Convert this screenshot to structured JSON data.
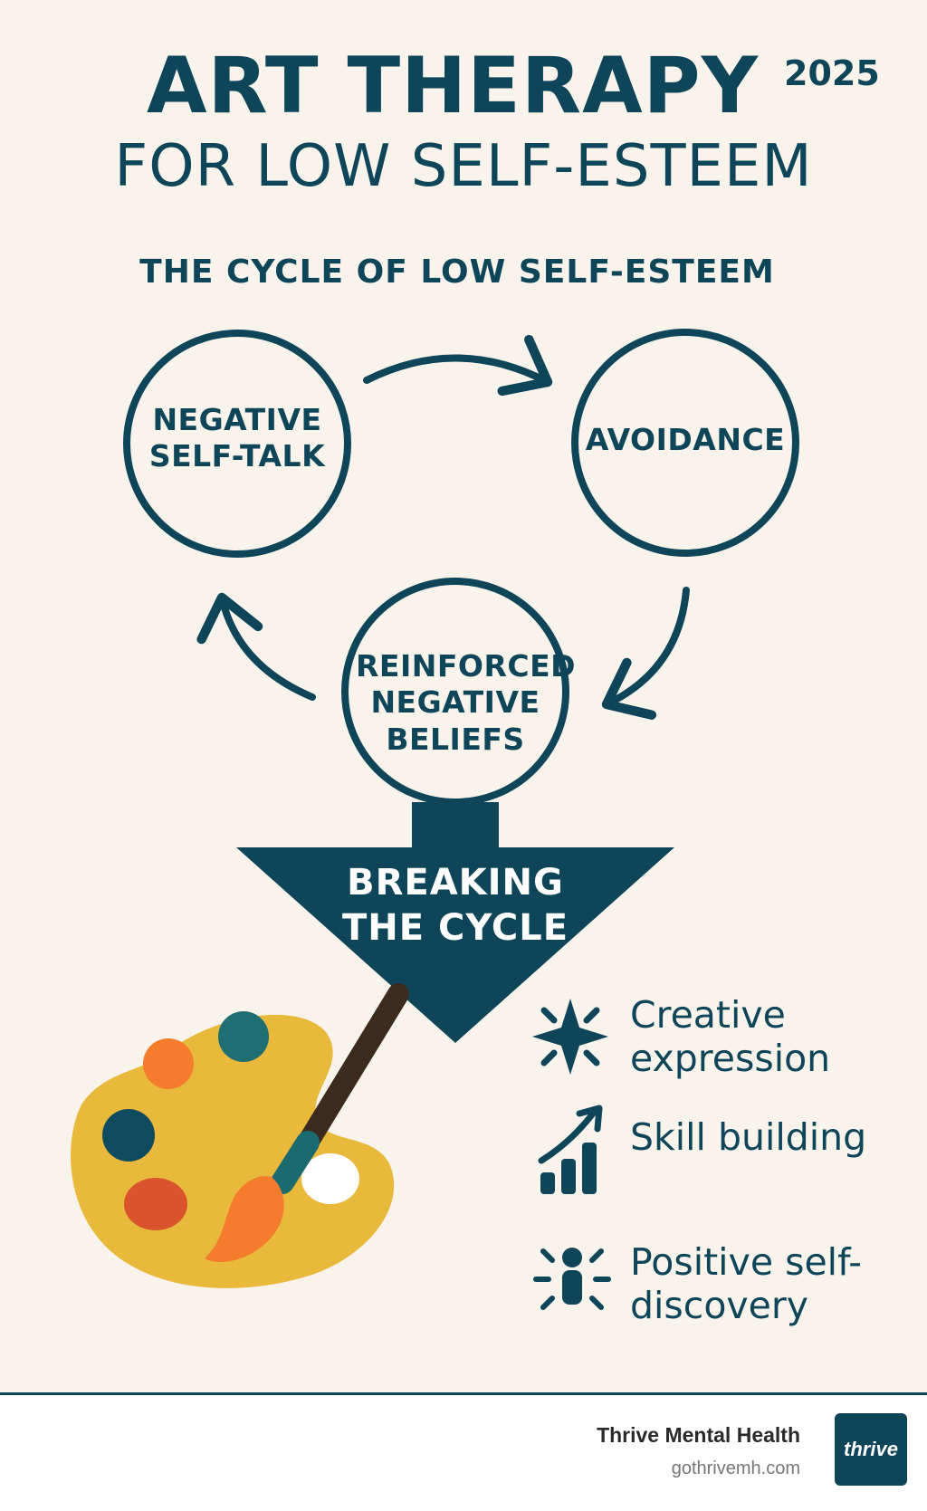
{
  "header": {
    "title_line1": "ART THERAPY",
    "year": "2025",
    "title_line2": "FOR LOW SELF-ESTEEM"
  },
  "cycle": {
    "heading": "THE CYCLE OF LOW SELF-ESTEEM",
    "nodes": [
      {
        "label": "NEGATIVE SELF-TALK"
      },
      {
        "label": "AVOIDANCE"
      },
      {
        "label": "REINFORCED NEGATIVE BELIEFS"
      }
    ],
    "breaking_label": "BREAKING THE CYCLE"
  },
  "benefits": [
    {
      "label": "Creative expression",
      "icon": "sparkle-icon"
    },
    {
      "label": "Skill building",
      "icon": "growth-chart-icon"
    },
    {
      "label": "Positive self-discovery",
      "icon": "radiant-person-icon"
    }
  ],
  "footer": {
    "brand_name": "Thrive Mental Health",
    "url": "gothrivemh.com",
    "logo_text": "thrive"
  },
  "colors": {
    "primary": "#0f4558",
    "background": "#f8f4ec",
    "palette_yellow": "#e9b93c",
    "paint_orange": "#f47c2c",
    "paint_teal": "#1f6f72",
    "paint_navy": "#0f4a5e",
    "paint_red": "#d9532c",
    "brush_handle": "#3b2a1e"
  }
}
